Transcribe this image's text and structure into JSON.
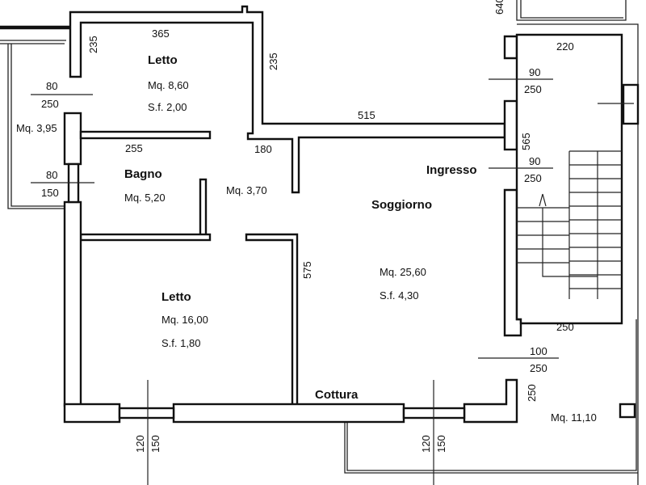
{
  "rooms": {
    "letto_small": {
      "name": "Letto",
      "area": "Mq. 8,60",
      "sf": "S.f. 2,00"
    },
    "bagno": {
      "name": "Bagno",
      "area": "Mq. 5,20"
    },
    "disimpegno": {
      "area": "Mq. 3,70"
    },
    "soggiorno": {
      "name": "Soggiorno",
      "area": "Mq. 25,60",
      "sf": "S.f. 4,30",
      "entry": "Ingresso",
      "kitchen": "Cottura"
    },
    "letto_large": {
      "name": "Letto",
      "area": "Mq. 16,00",
      "sf": "S.f. 1,80"
    },
    "balcone_left": {
      "area": "Mq. 3,95"
    },
    "balcone_right": {
      "area": "Mq. 11,10"
    }
  },
  "dimensions": {
    "d365": "365",
    "d235a": "235",
    "d235b": "235",
    "d515": "515",
    "d255": "255",
    "d180": "180",
    "d575": "575",
    "d565": "565",
    "d220": "220",
    "d250": "250",
    "d250v": "250",
    "d640": "640",
    "door_l1_w": "80",
    "door_l1_h": "250",
    "door_l2_w": "80",
    "door_l2_h": "150",
    "door_r1_w": "90",
    "door_r1_h": "250",
    "door_r2_w": "90",
    "door_r2_h": "250",
    "door_r3_w": "100",
    "door_r3_h": "250",
    "win1_w": "120",
    "win1_h": "150",
    "win2_w": "120",
    "win2_h": "150"
  }
}
